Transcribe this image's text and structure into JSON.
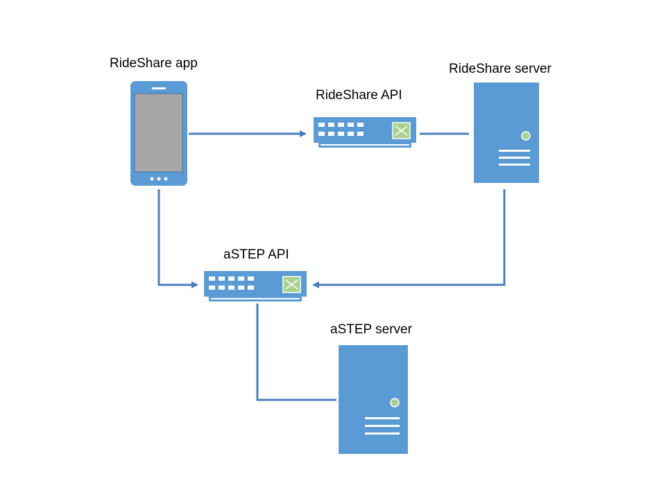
{
  "nodes": {
    "rideshare_app": {
      "label": "RideShare app"
    },
    "rideshare_api": {
      "label": "RideShare API"
    },
    "rideshare_server": {
      "label": "RideShare server"
    },
    "astep_api": {
      "label": "aSTEP API"
    },
    "astep_server": {
      "label": "aSTEP server"
    }
  },
  "colors": {
    "device_blue": "#5b9bd5",
    "line_blue": "#4a7ebb",
    "screen_gray": "#a6a6a6",
    "switch_green": "#a9d18e",
    "dark_stroke": "#41719c"
  }
}
